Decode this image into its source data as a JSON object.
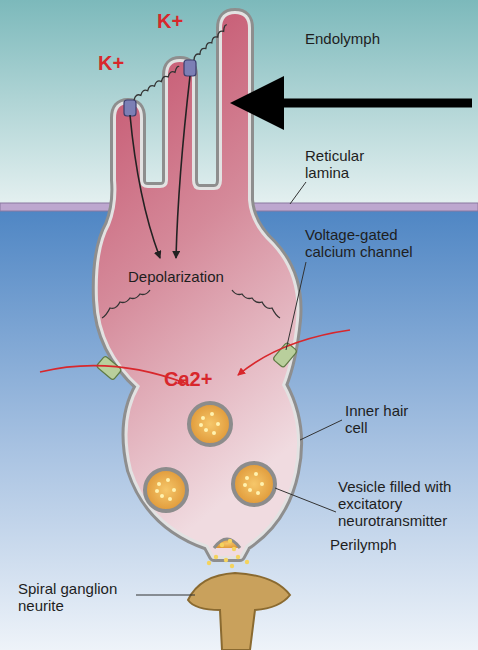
{
  "diagram": {
    "labels": [
      "K+",
      "K+",
      "Endolymph",
      "Reticular lamina",
      "Depolarization",
      "Voltage-gated calcium channel",
      "Ca2+",
      "Inner hair cell",
      "Vesicle filled with excitatory neurotransmitter",
      "Perilymph",
      "Spiral ganglion neurite"
    ]
  }
}
